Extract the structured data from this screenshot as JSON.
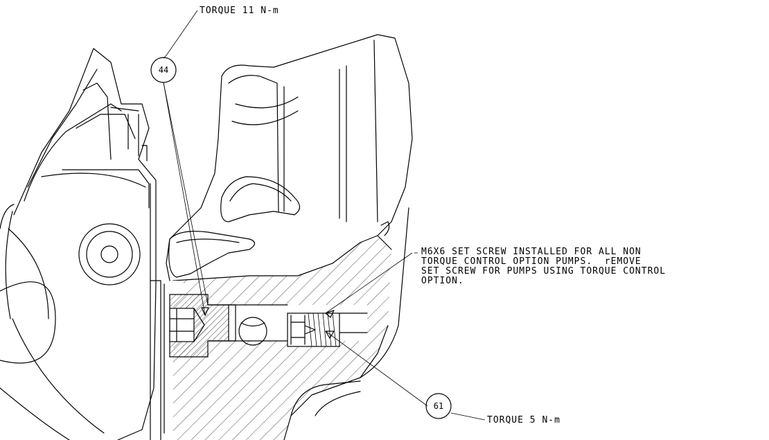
{
  "callouts": {
    "top_torque": "TORQUE 11 N-m",
    "balloon_44": "44",
    "set_screw_note": [
      "M6X6 SET SCREW INSTALLED FOR ALL NON",
      "TORQUE CONTROL OPTION PUMPS.  rEMOVE",
      "SET SCREW FOR PUMPS USING TORQUE CONTROL",
      "OPTION."
    ],
    "balloon_61": "61",
    "bottom_torque": "TORQUE 5 N-m"
  }
}
